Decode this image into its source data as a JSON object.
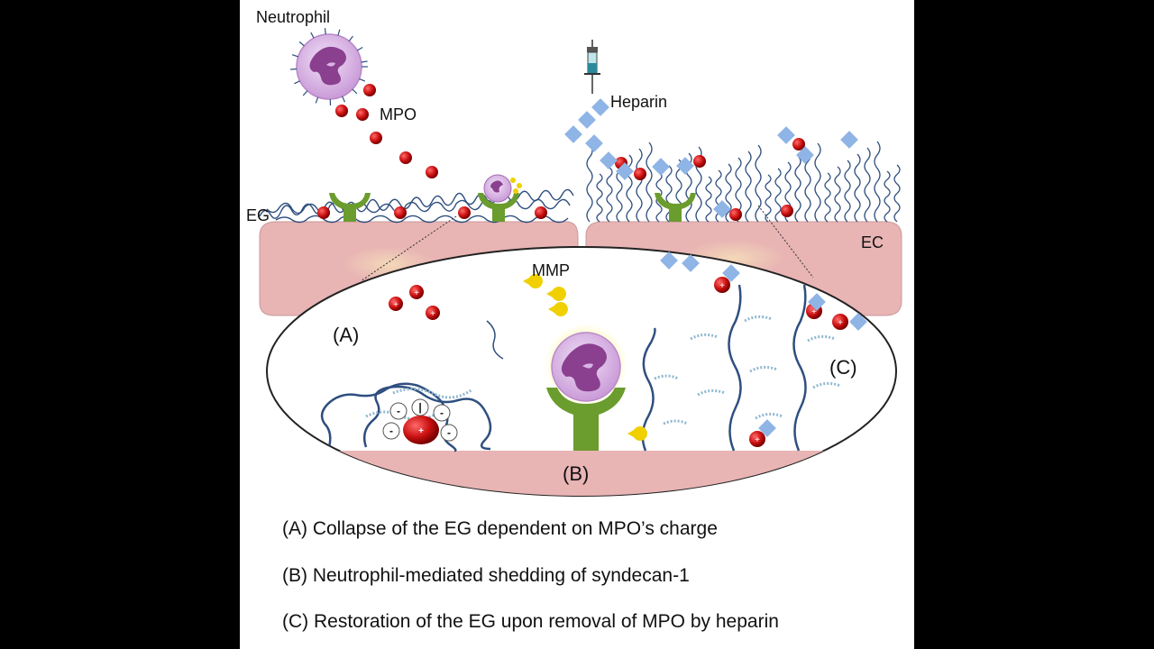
{
  "labels": {
    "neutrophil": "Neutrophil",
    "mpo": "MPO",
    "heparin": "Heparin",
    "eg": "EG",
    "ec": "EC",
    "mmp": "MMP",
    "panel_a": "(A)",
    "panel_b": "(B)",
    "panel_c": "(C)"
  },
  "captions": [
    "(A) Collapse of the EG dependent on MPO’s charge",
    "(B) Neutrophil-mediated shedding of syndecan-1",
    "(C) Restoration of the EG upon removal of MPO by heparin"
  ],
  "colors": {
    "endothelium": "#e8b4b4",
    "glycocalyx": "#2f4f7f",
    "mpo": "#cc1111",
    "heparin": "#8fb4e6",
    "neutrophil": "#d9b3e6",
    "nucleus": "#8a3f8f",
    "receptor": "#6b9c2e",
    "mmp": "#f0d000",
    "side_chain": "#8fb8d0"
  }
}
